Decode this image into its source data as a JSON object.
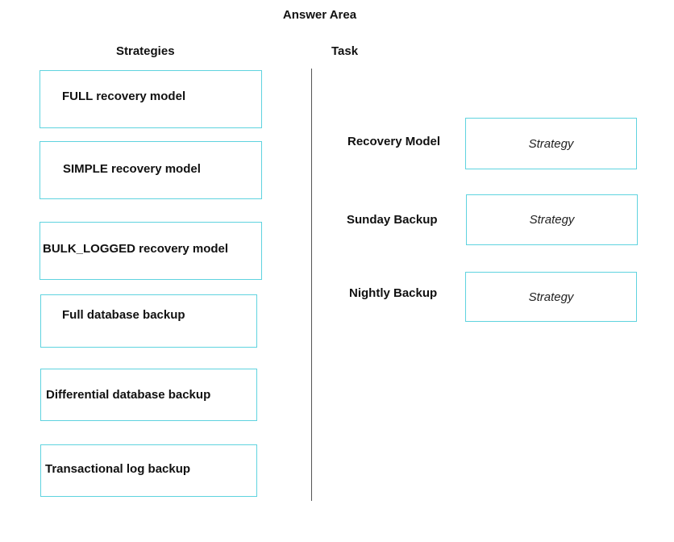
{
  "answer_area": {
    "title": "Answer Area"
  },
  "strategies": {
    "heading": "Strategies",
    "items": [
      {
        "label": "FULL recovery model"
      },
      {
        "label": "SIMPLE recovery model"
      },
      {
        "label": "BULK_LOGGED recovery model"
      },
      {
        "label": "Full database backup"
      },
      {
        "label": "Differential database backup"
      },
      {
        "label": "Transactional log backup"
      }
    ]
  },
  "tasks": {
    "heading": "Task",
    "items": [
      {
        "label": "Recovery Model",
        "slot_placeholder": "Strategy"
      },
      {
        "label": "Sunday Backup",
        "slot_placeholder": "Strategy"
      },
      {
        "label": "Nightly Backup",
        "slot_placeholder": "Strategy"
      }
    ]
  },
  "colors": {
    "box_border": "#5fd3df",
    "divider": "#555555",
    "text": "#111111"
  }
}
